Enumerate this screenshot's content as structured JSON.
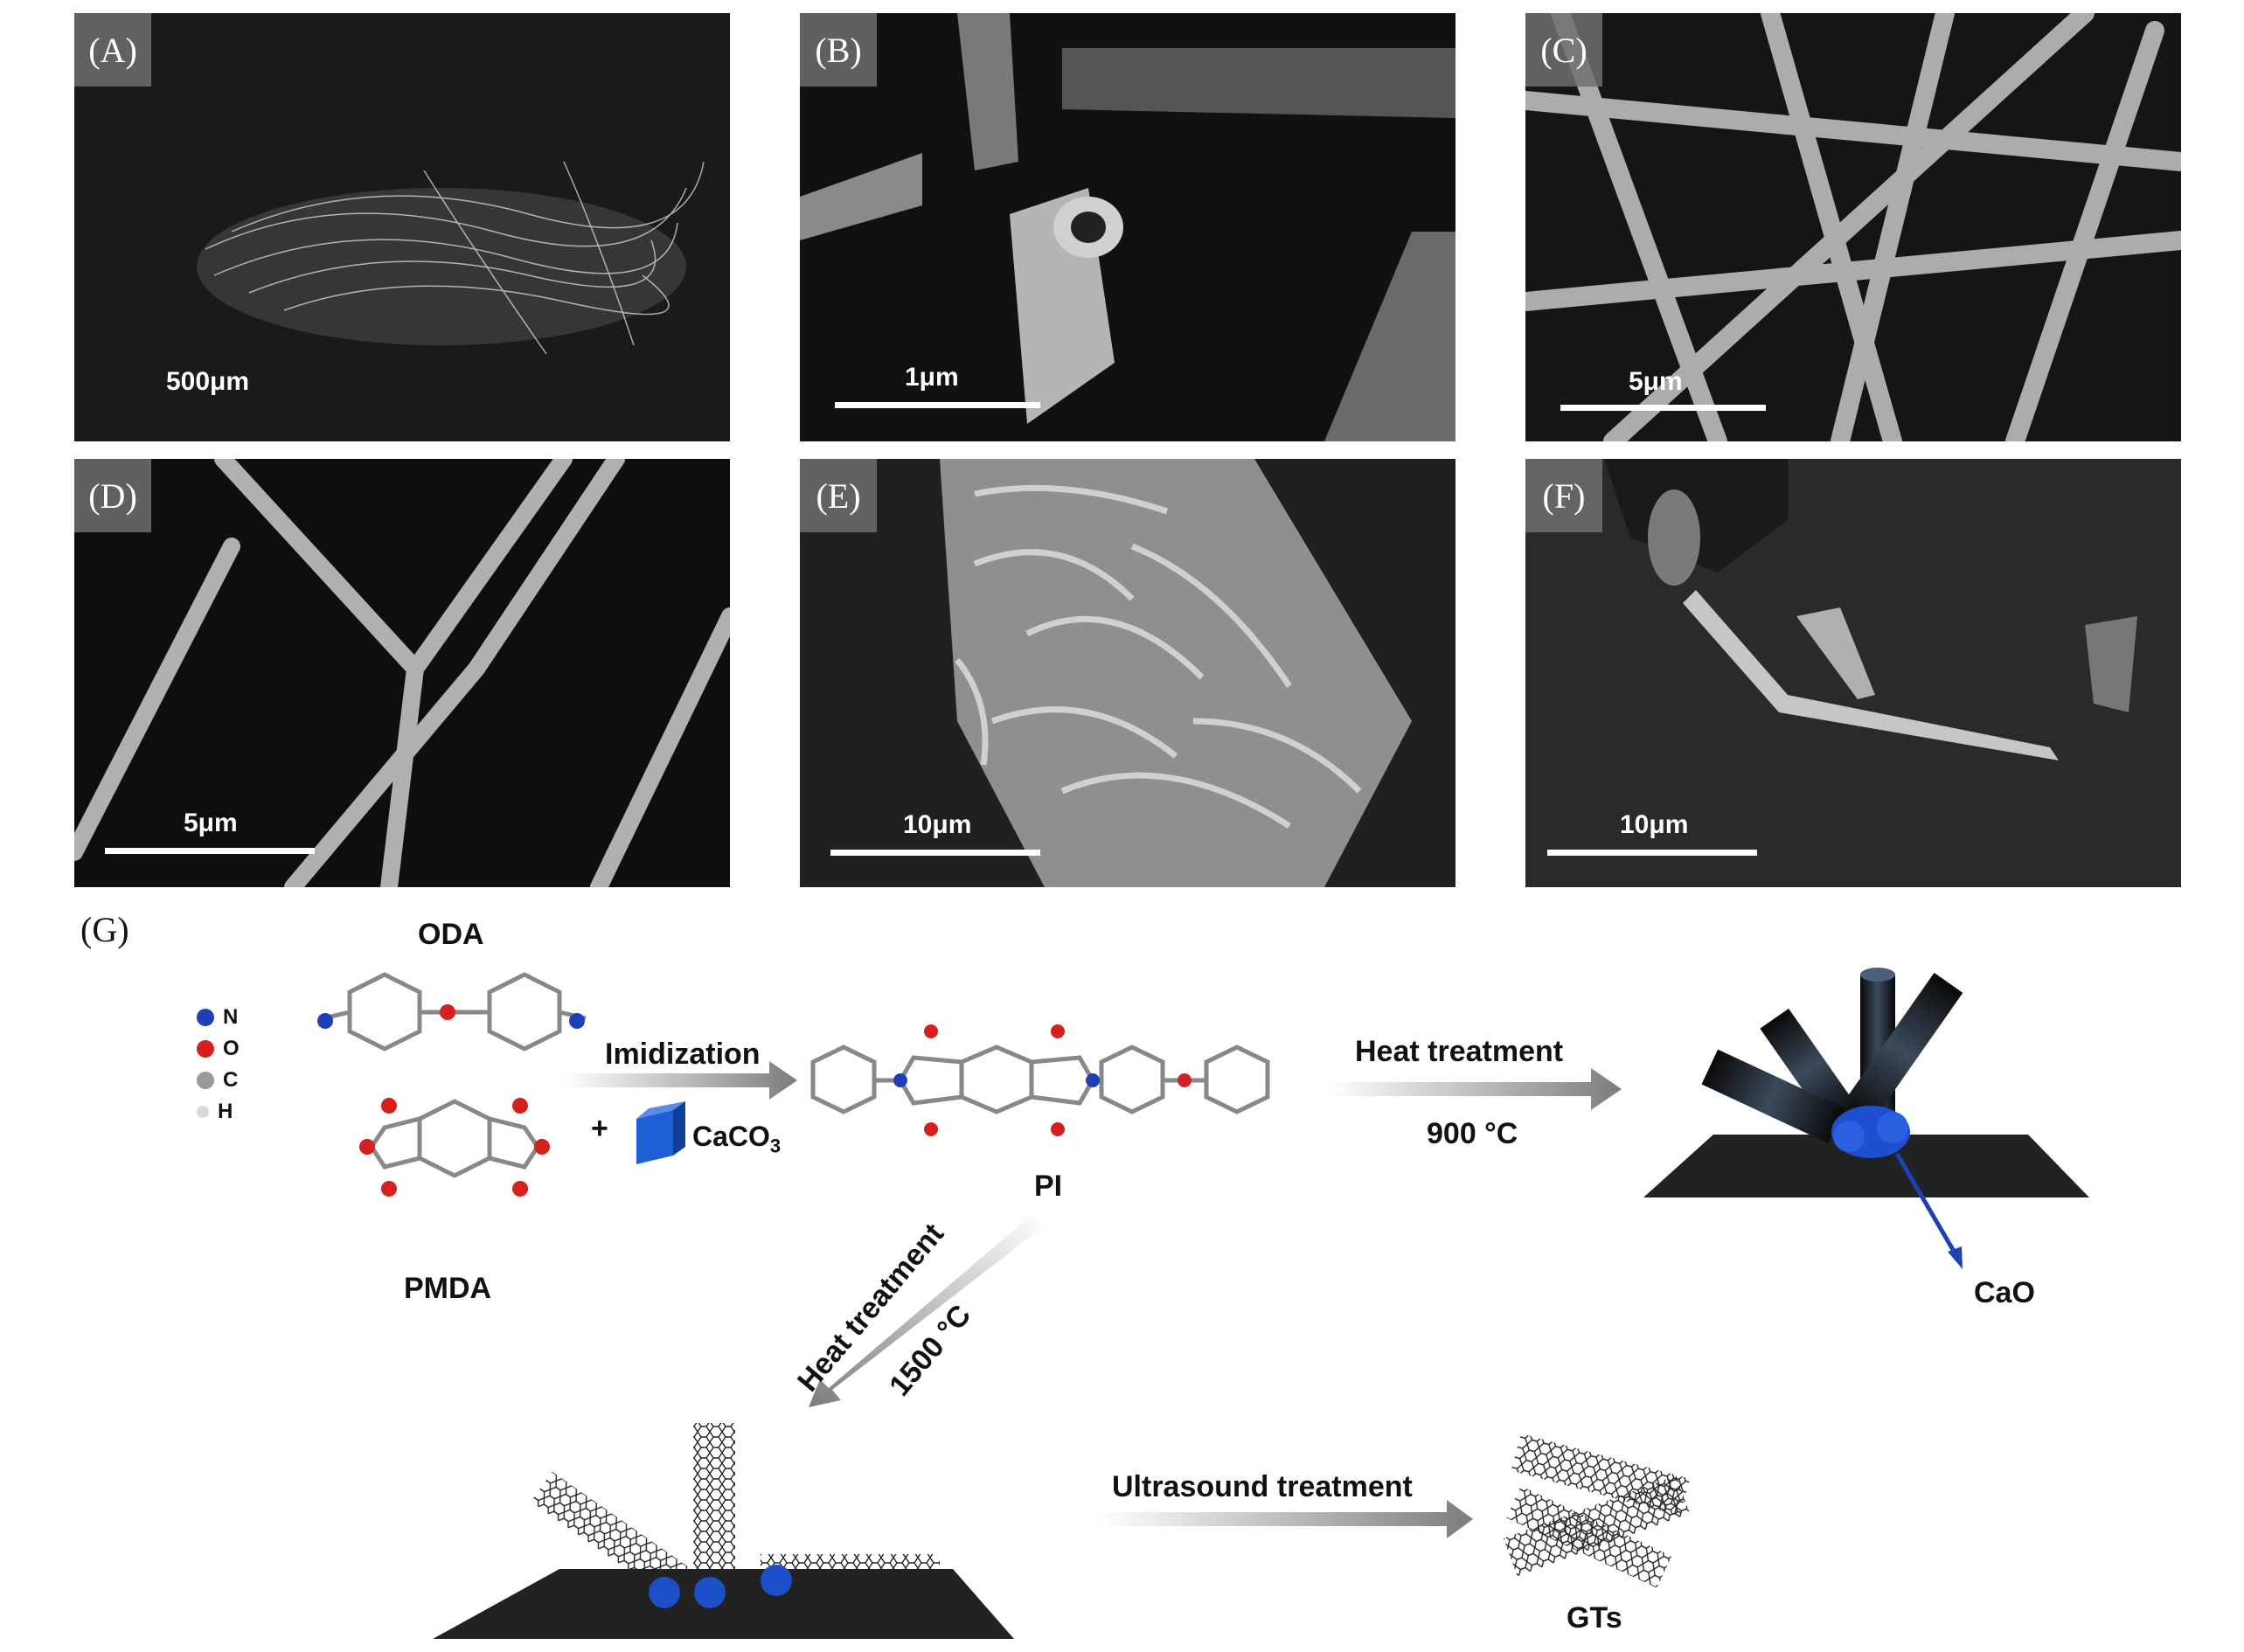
{
  "panels": [
    {
      "label": "(A)",
      "scale": "500μm"
    },
    {
      "label": "(B)",
      "scale": "1μm"
    },
    {
      "label": "(C)",
      "scale": "5μm"
    },
    {
      "label": "(D)",
      "scale": "5μm"
    },
    {
      "label": "(E)",
      "scale": "10μm"
    },
    {
      "label": "(F)",
      "scale": "10μm"
    }
  ],
  "scheme": {
    "label": "(G)",
    "oda": "ODA",
    "pmda": "PMDA",
    "legend": [
      "N",
      "O",
      "C",
      "H"
    ],
    "imidization": "Imidization",
    "plus": "+",
    "caco3": "CaCO",
    "caco3_sub": "3",
    "pi": "PI",
    "heat1": "Heat treatment",
    "temp1": "900 °C",
    "cao": "CaO",
    "heat2": "Heat treatment",
    "temp2": "1500 °C",
    "ultrasound": "Ultrasound treatment",
    "gts": "GTs"
  },
  "colors": {
    "nitrogen": "#1f3fb5",
    "oxygen": "#d42020",
    "carbon": "#9a9a9a",
    "hydrogen": "#d8d8d8",
    "caco3_cube": "#1c5fd6",
    "arrow": "#8a8a8a"
  }
}
